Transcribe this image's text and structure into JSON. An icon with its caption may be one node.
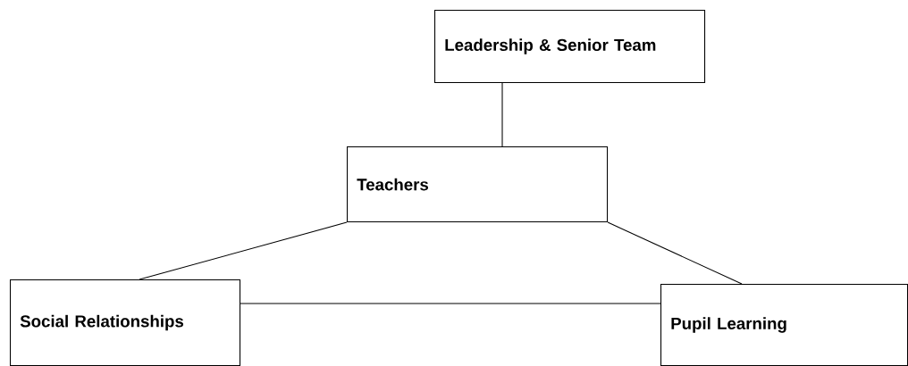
{
  "diagram": {
    "nodes": [
      {
        "text": [
          "Leadership & Senior Team"
        ]
      },
      {
        "text": [
          "Teachers"
        ]
      },
      {
        "text": [
          "Social Relationships"
        ]
      },
      {
        "text": [
          "Pupil Learning"
        ]
      }
    ],
    "edges": [
      {
        "from": 0,
        "to": 1,
        "arrow": "none"
      },
      {
        "from": 1,
        "to": 2,
        "arrow": "none"
      },
      {
        "from": 1,
        "to": 3,
        "arrow": "none"
      },
      {
        "from": 2,
        "to": 3,
        "arrow": "none"
      }
    ]
  }
}
